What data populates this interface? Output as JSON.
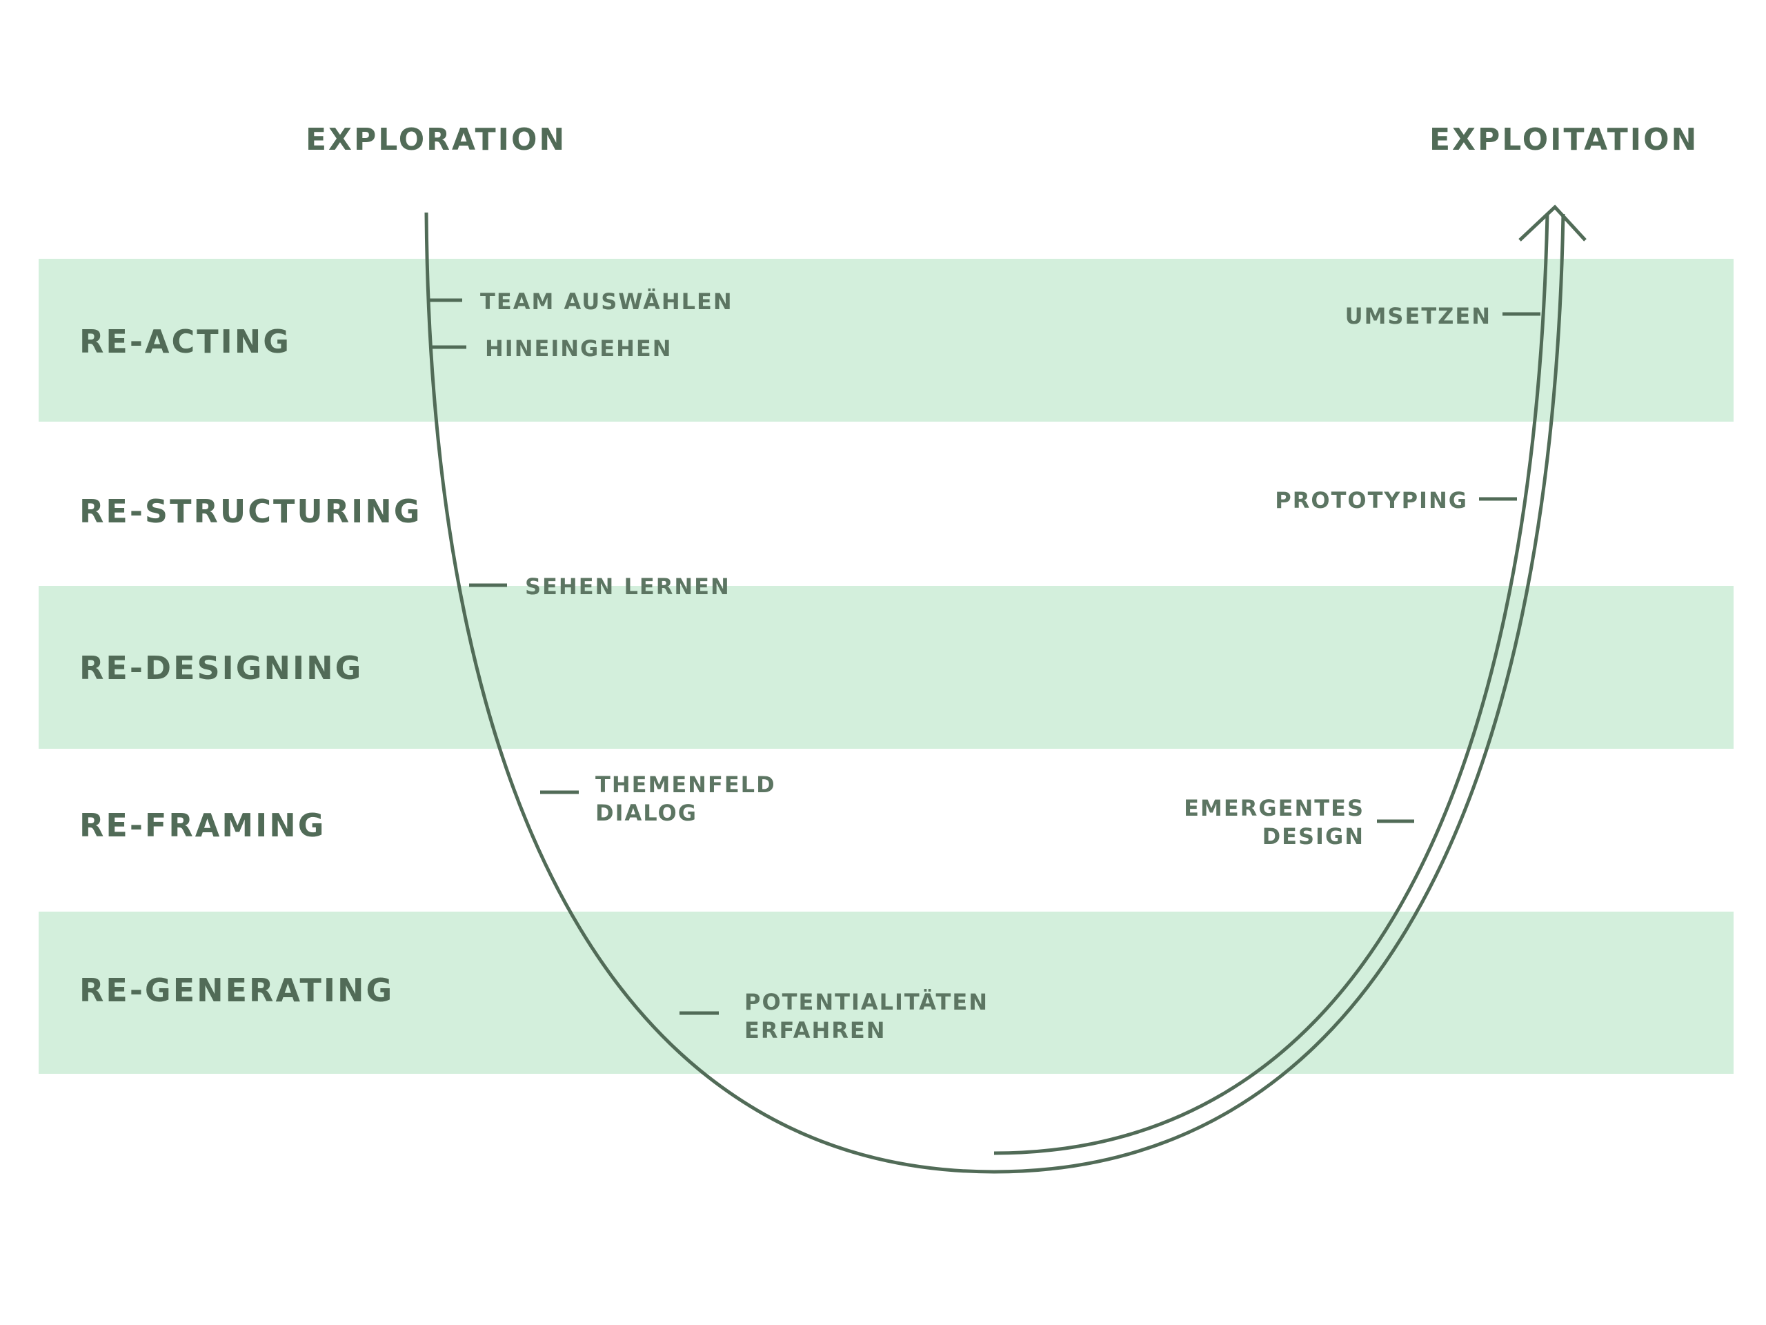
{
  "colors": {
    "band": "#d3efdc",
    "line": "#516b57",
    "text": "#516b57",
    "step_text": "#5c7562",
    "background": "#ffffff"
  },
  "headings": {
    "left": "EXPLORATION",
    "right": "EXPLOITATION"
  },
  "bands": [
    {
      "label": "RE-ACTING",
      "shaded": true
    },
    {
      "label": "RE-STRUCTURING",
      "shaded": false
    },
    {
      "label": "RE-DESIGNING",
      "shaded": true
    },
    {
      "label": "RE-FRAMING",
      "shaded": false
    },
    {
      "label": "RE-GENERATING",
      "shaded": true
    }
  ],
  "exploration_steps": [
    {
      "lines": [
        "TEAM AUSWÄHLEN"
      ]
    },
    {
      "lines": [
        "HINEINGEHEN"
      ]
    },
    {
      "lines": [
        "SEHEN LERNEN"
      ]
    },
    {
      "lines": [
        "THEMENFELD",
        "DIALOG"
      ]
    },
    {
      "lines": [
        "POTENTIALITÄTEN",
        "ERFAHREN"
      ]
    }
  ],
  "exploitation_steps": [
    {
      "lines": [
        "UMSETZEN"
      ]
    },
    {
      "lines": [
        "PROTOTYPING"
      ]
    },
    {
      "lines": [
        "EMERGENTES",
        "DESIGN"
      ]
    }
  ],
  "arrowhead_icon": "arrow-up-icon"
}
